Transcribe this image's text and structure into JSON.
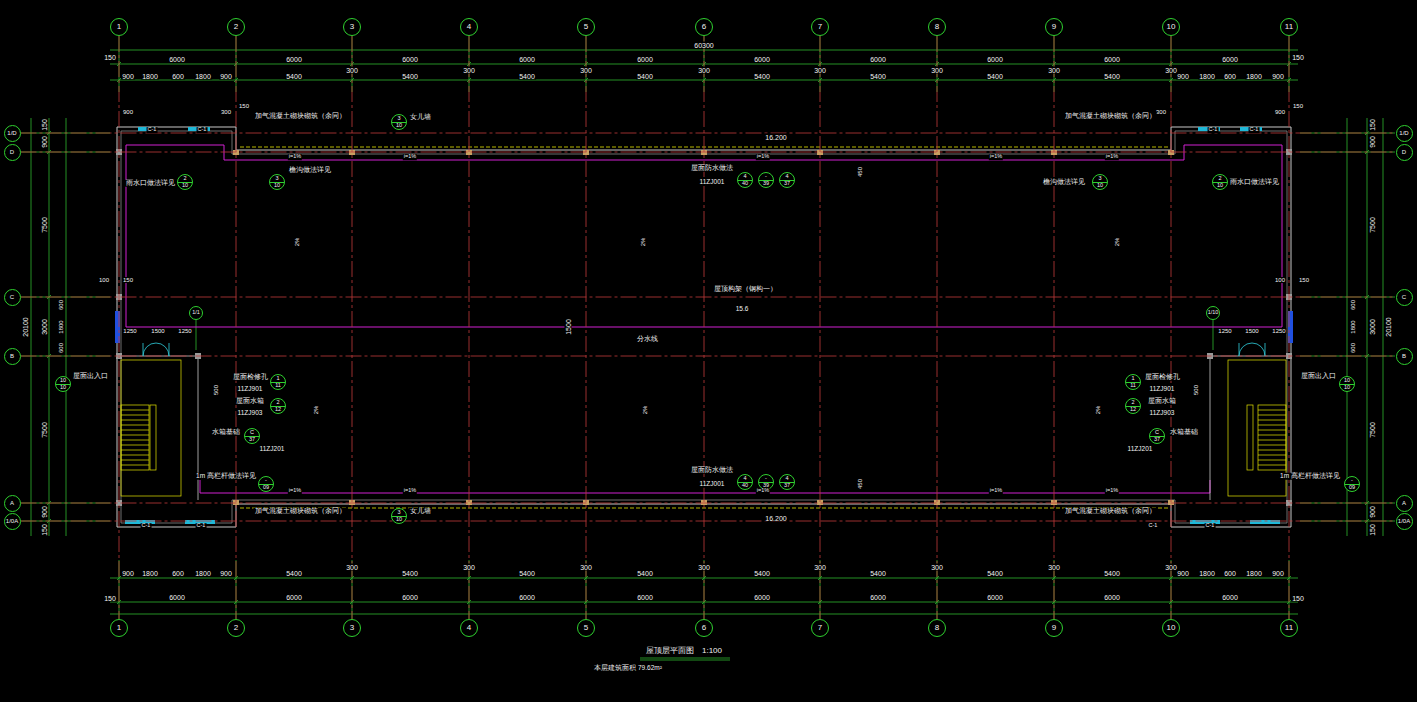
{
  "diagram": {
    "title": "屋顶层平面图",
    "nodes": [
      {
        "text": [
          "1"
        ]
      },
      {
        "text": [
          "2"
        ]
      },
      {
        "text": [
          "3"
        ]
      },
      {
        "text": [
          "4"
        ]
      },
      {
        "text": [
          "5"
        ]
      },
      {
        "text": [
          "6"
        ]
      },
      {
        "text": [
          "7"
        ]
      },
      {
        "text": [
          "8"
        ]
      },
      {
        "text": [
          "9"
        ]
      },
      {
        "text": [
          "10"
        ]
      },
      {
        "text": [
          "11"
        ]
      },
      {
        "text": [
          "1/D"
        ]
      },
      {
        "text": [
          "D"
        ]
      },
      {
        "text": [
          "C"
        ]
      },
      {
        "text": [
          "B"
        ]
      },
      {
        "text": [
          "A"
        ]
      },
      {
        "text": [
          "1/0A"
        ]
      },
      {
        "text": [
          "1/D"
        ]
      },
      {
        "text": [
          "D"
        ]
      },
      {
        "text": [
          "C"
        ]
      },
      {
        "text": [
          "B"
        ]
      },
      {
        "text": [
          "A"
        ]
      },
      {
        "text": [
          "1/0A"
        ]
      },
      {
        "text": [
          "1"
        ]
      },
      {
        "text": [
          "2"
        ]
      },
      {
        "text": [
          "3"
        ]
      },
      {
        "text": [
          "4"
        ]
      },
      {
        "text": [
          "5"
        ]
      },
      {
        "text": [
          "6"
        ]
      },
      {
        "text": [
          "7"
        ]
      },
      {
        "text": [
          "8"
        ]
      },
      {
        "text": [
          "9"
        ]
      },
      {
        "text": [
          "10"
        ]
      },
      {
        "text": [
          "11"
        ]
      },
      {
        "text": [
          "1/1"
        ]
      },
      {
        "text": [
          "1/10"
        ]
      },
      {
        "text": [
          "3",
          "10"
        ]
      },
      {
        "text": [
          "2",
          "10"
        ]
      },
      {
        "text": [
          "3",
          "10"
        ]
      },
      {
        "text": [
          "4",
          "40"
        ]
      },
      {
        "text": [
          "-",
          "39"
        ]
      },
      {
        "text": [
          "4",
          "37"
        ]
      },
      {
        "text": [
          "3",
          "10"
        ]
      },
      {
        "text": [
          "2",
          "10"
        ]
      },
      {
        "text": [
          "10",
          "10"
        ]
      },
      {
        "text": [
          "1",
          "11"
        ]
      },
      {
        "text": [
          "2",
          "12"
        ]
      },
      {
        "text": [
          "C",
          "37"
        ]
      },
      {
        "text": [
          "-",
          "09"
        ]
      },
      {
        "text": [
          "4",
          "40"
        ]
      },
      {
        "text": [
          "-",
          "39"
        ]
      },
      {
        "text": [
          "4",
          "37"
        ]
      },
      {
        "text": [
          "3",
          "10"
        ]
      },
      {
        "text": [
          "1",
          "11"
        ]
      },
      {
        "text": [
          "2",
          "12"
        ]
      },
      {
        "text": [
          "10",
          "10"
        ]
      },
      {
        "text": [
          "C",
          "37"
        ]
      },
      {
        "text": [
          "-",
          "09"
        ]
      }
    ],
    "edges": [
      {
        "from": 0,
        "to": 23,
        "arrow": "none"
      },
      {
        "from": 1,
        "to": 24,
        "arrow": "none"
      },
      {
        "from": 2,
        "to": 25,
        "arrow": "none"
      },
      {
        "from": 3,
        "to": 26,
        "arrow": "none"
      },
      {
        "from": 4,
        "to": 27,
        "arrow": "none"
      },
      {
        "from": 5,
        "to": 28,
        "arrow": "none"
      },
      {
        "from": 6,
        "to": 29,
        "arrow": "none"
      },
      {
        "from": 7,
        "to": 30,
        "arrow": "none"
      },
      {
        "from": 8,
        "to": 31,
        "arrow": "none"
      },
      {
        "from": 9,
        "to": 32,
        "arrow": "none"
      },
      {
        "from": 10,
        "to": 33,
        "arrow": "none"
      },
      {
        "from": 11,
        "to": 17,
        "arrow": "none"
      },
      {
        "from": 12,
        "to": 18,
        "arrow": "none"
      },
      {
        "from": 13,
        "to": 19,
        "arrow": "none"
      },
      {
        "from": 14,
        "to": 20,
        "arrow": "none"
      },
      {
        "from": 15,
        "to": 21,
        "arrow": "none"
      },
      {
        "from": 16,
        "to": 22,
        "arrow": "none"
      }
    ],
    "labels": [
      "60300",
      "150",
      "6000",
      "6000",
      "6000",
      "6000",
      "6000",
      "6000",
      "6000",
      "6000",
      "6000",
      "6000",
      "900",
      "1800",
      "600",
      "1800",
      "900",
      "5400",
      "5400",
      "5400",
      "5400",
      "5400",
      "5400",
      "5400",
      "5400",
      "300",
      "300",
      "300",
      "300",
      "300",
      "300",
      "300",
      "300",
      "900",
      "1800",
      "600",
      "1800",
      "900",
      "150",
      "150",
      "6000",
      "6000",
      "6000",
      "6000",
      "6000",
      "6000",
      "6000",
      "6000",
      "6000",
      "6000",
      "900",
      "1800",
      "600",
      "1800",
      "900",
      "5400",
      "5400",
      "5400",
      "5400",
      "5400",
      "5400",
      "5400",
      "5400",
      "300",
      "300",
      "300",
      "300",
      "300",
      "300",
      "300",
      "300",
      "900",
      "1800",
      "600",
      "1800",
      "900",
      "150",
      "150",
      "900",
      "7500",
      "3000",
      "7500",
      "900",
      "150",
      "20100",
      "600",
      "1800",
      "600",
      "150",
      "900",
      "7500",
      "3000",
      "7500",
      "900",
      "150",
      "20100",
      "600",
      "1800",
      "600",
      "900",
      "300",
      "150",
      "900",
      "300",
      "150",
      "100",
      "150",
      "100",
      "150",
      "1250",
      "1500",
      "1250",
      "1250",
      "1500",
      "1250",
      "500",
      "500",
      "1500",
      "450",
      "450",
      "16.200",
      "16.200",
      "i=1%",
      "i=1%",
      "i=1%",
      "i=1%",
      "i=1%",
      "i=1%",
      "i=1%",
      "i=1%",
      "i=1%",
      "i=1%",
      "2%",
      "2%",
      "2%",
      "2%",
      "2%",
      "2%",
      "屋顶构架（钢构一）",
      "15.6",
      "分水线",
      "C-1",
      "C-1",
      "C-1",
      "C-1",
      "C-1",
      "C-1",
      "C-1",
      "C-1",
      "加气混凝土砌块砌筑（余同）",
      "加气混凝土砌块砌筑（余同）",
      "加气混凝土砌块砌筑（余同）",
      "加气混凝土砌块砌筑（余同）",
      "女儿墙",
      "女儿墙",
      "雨水口做法详见",
      "檐沟做法详见",
      "屋面防水做法",
      "11ZJ001",
      "檐沟做法详见",
      "雨水口做法详见",
      "屋面检修孔",
      "11ZJ901",
      "屋面水箱",
      "11ZJ903",
      "水箱基础",
      "11ZJ201",
      "屋面出入口",
      "1m 高栏杆做法详见",
      "屋面检修孔",
      "11ZJ901",
      "屋面水箱",
      "11ZJ903",
      "水箱基础",
      "11ZJ201",
      "屋面出入口",
      "1m 高栏杆做法详见",
      "屋面防水做法",
      "11ZJ001",
      "1:100",
      "本层建筑面积 79.62m²"
    ]
  }
}
